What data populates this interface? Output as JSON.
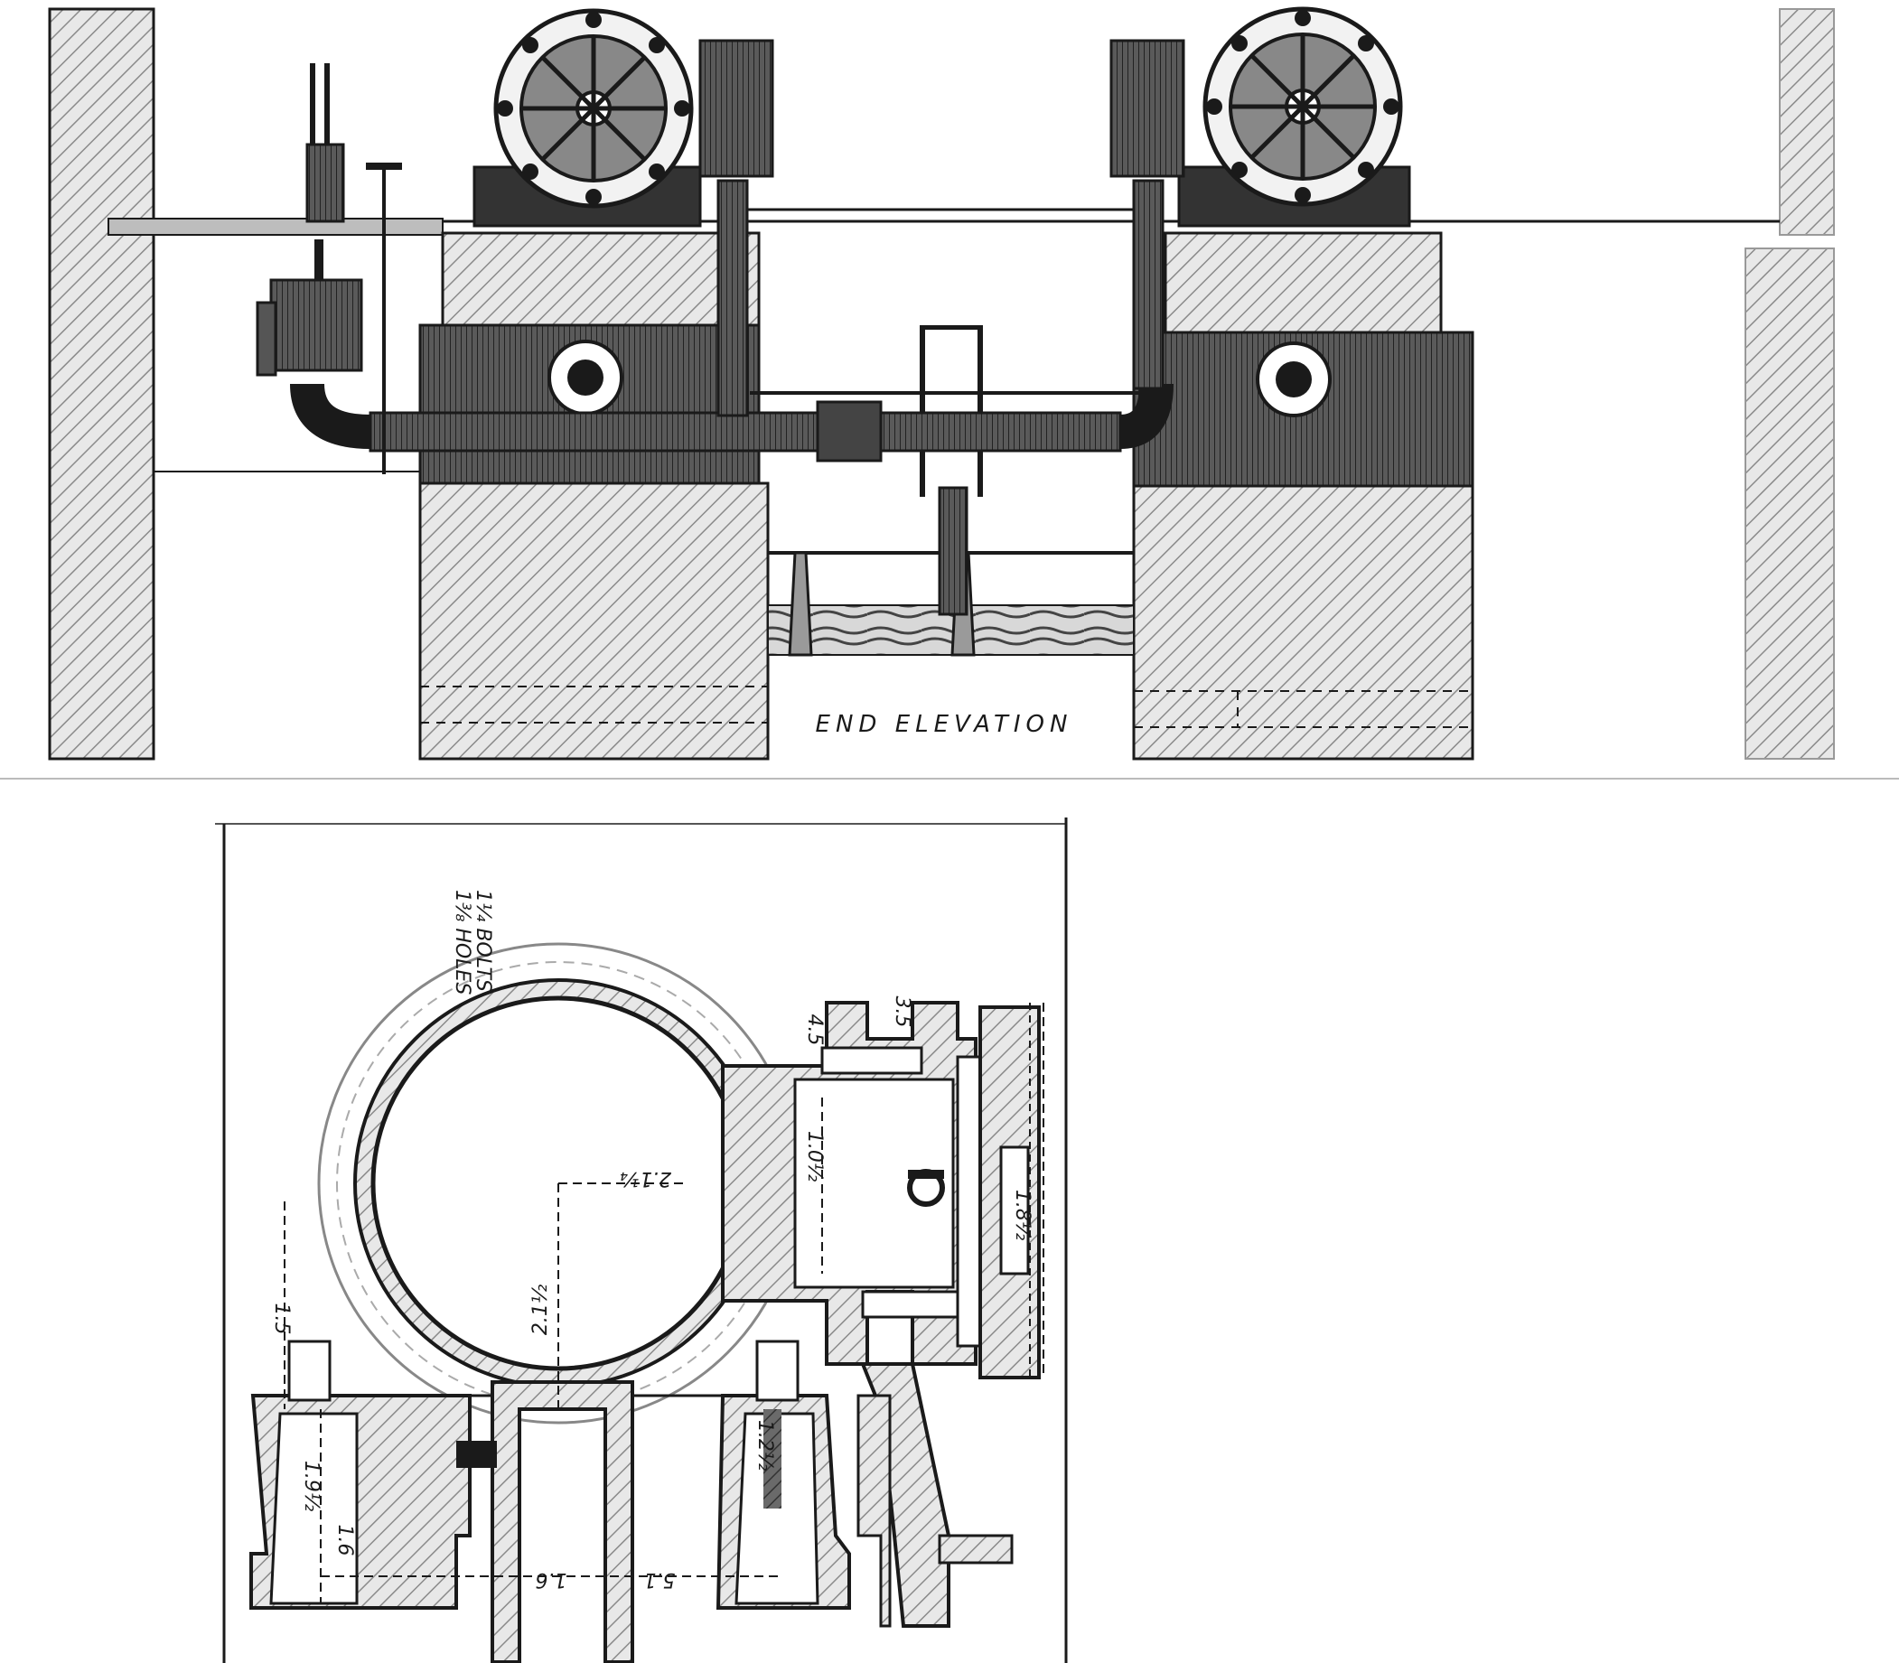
{
  "diagram": {
    "end_elevation_caption": "END ELEVATION",
    "section_annotations": {
      "bolt_holes": "1⅜ HOLES",
      "bolts": "1¼ BOLTS",
      "dim_center_h": "2.1¼",
      "dim_center_v": "2.1½",
      "dim_port": "1.0½",
      "dim_flange_top": "4.5",
      "dim_slide": "3.5",
      "dim_right": "1.8½",
      "dim_left_a": "1.5",
      "dim_left_b": "1.9½",
      "dim_left_c": "1.6",
      "dim_bottom_a": "1.6",
      "dim_bottom_b": "5.1",
      "dim_foot": "1.2½"
    },
    "colors": {
      "ink": "#1a1a1a",
      "hatch": "#8a8a8a",
      "paper": "#ffffff"
    }
  }
}
